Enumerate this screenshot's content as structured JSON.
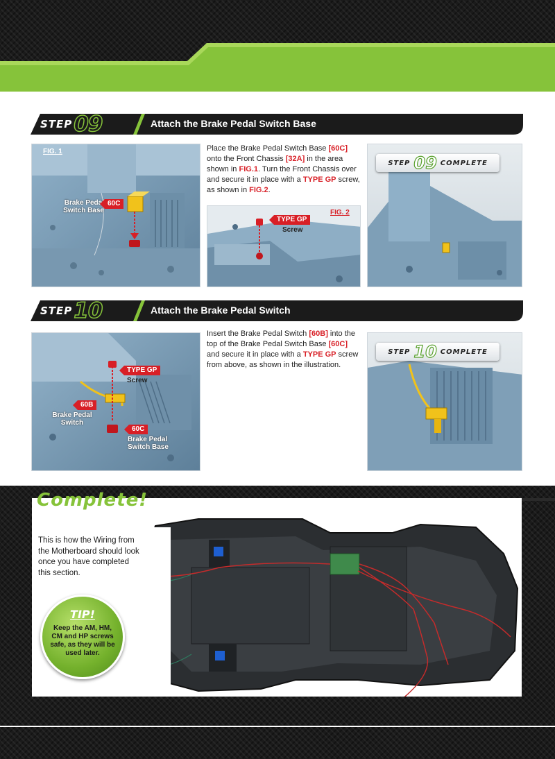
{
  "step09": {
    "step_word": "STEP",
    "step_number": "09",
    "title": "Attach the Brake Pedal Switch Base",
    "fig1_label": "FIG. 1",
    "fig1_part_name": "Brake Pedal Switch Base",
    "fig1_part_code": "60C",
    "instructions": {
      "t1": "Place the Brake Pedal Switch Base ",
      "r1": "[60C]",
      "t2": " onto the Front Chassis ",
      "r2": "[32A]",
      "t3": " in the area shown in ",
      "r3": "FIG.1",
      "t4": ". Turn the Front Chassis over and secure it in place with a ",
      "r4": "TYPE GP",
      "t5": " screw, as shown in ",
      "r5": "FIG.2",
      "t6": "."
    },
    "fig2_label": "FIG. 2",
    "fig2_tag": "TYPE GP",
    "fig2_sub": "Screw",
    "complete_word": "STEP",
    "complete_number": "09",
    "complete_label": "COMPLETE"
  },
  "step10": {
    "step_word": "STEP",
    "step_number": "10",
    "title": "Attach the Brake Pedal Switch",
    "fig_tag_screw": "TYPE GP",
    "fig_screw_sub": "Screw",
    "fig_tag_60b": "60B",
    "fig_60b_name": "Brake Pedal Switch",
    "fig_tag_60c": "60C",
    "fig_60c_name": "Brake Pedal Switch Base",
    "instructions": {
      "t1": "Insert the Brake Pedal Switch ",
      "r1": "[60B]",
      "t2": " into the top of the Brake Pedal Switch Base ",
      "r2": "[60C]",
      "t3": " and secure it in place with a ",
      "r3": "TYPE GP",
      "t4": " screw from above, as shown in the illustration."
    },
    "complete_word": "STEP",
    "complete_number": "10",
    "complete_label": "COMPLETE"
  },
  "complete": {
    "title": "Complete!",
    "subtitle": "The Motherboard",
    "description": "This is how the Wiring from the Motherboard should look once you have completed this section.",
    "tip_title": "TIP!",
    "tip_text": "Keep the AM, HM, CM and HP screws safe, as they will be used later."
  },
  "colors": {
    "accent_green": "#86c33a",
    "accent_red": "#d81f26",
    "chassis_blue": "#7b9cb4",
    "dark": "#1b1b1b"
  }
}
